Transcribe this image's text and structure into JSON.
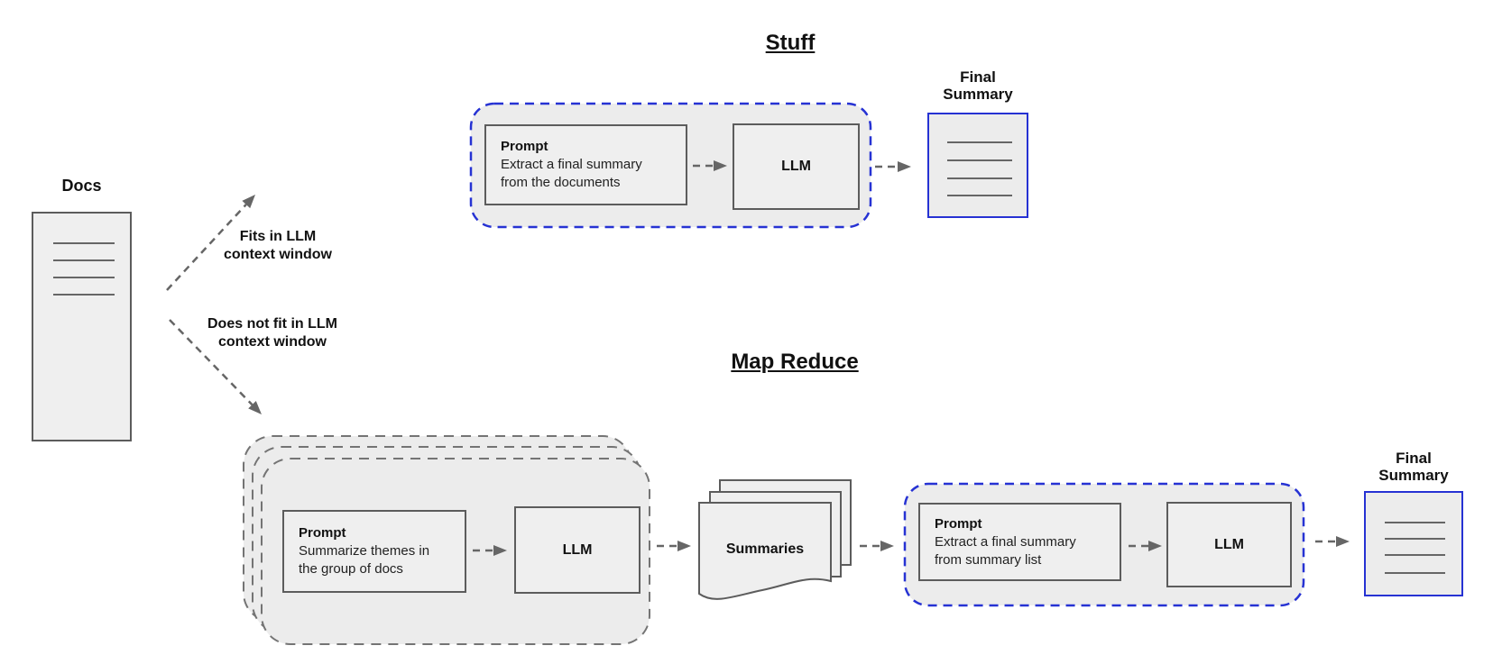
{
  "titles": {
    "stuff": "Stuff",
    "map_reduce": "Map Reduce"
  },
  "docs": {
    "label": "Docs"
  },
  "branches": {
    "fits": "Fits in LLM\ncontext window",
    "does_not_fit": "Does not fit in LLM\ncontext window"
  },
  "stuff": {
    "prompt": {
      "title": "Prompt",
      "body": "Extract a final summary\nfrom the documents"
    },
    "llm": "LLM",
    "final_summary": "Final\nSummary"
  },
  "map_reduce": {
    "map_prompt": {
      "title": "Prompt",
      "body": "Summarize themes in\nthe group of docs"
    },
    "map_llm": "LLM",
    "summaries": "Summaries",
    "reduce_prompt": {
      "title": "Prompt",
      "body": "Extract a final summary\nfrom summary list"
    },
    "reduce_llm": "LLM",
    "final_summary": "Final\nSummary"
  },
  "colors": {
    "blue_accent": "#2632d3",
    "gray_dash": "#747474",
    "box_border": "#5c5c5c",
    "box_fill": "#efefef",
    "container_fill": "#ececec",
    "arrow": "#666666",
    "doc_line": "#666666",
    "text": "#111111"
  }
}
